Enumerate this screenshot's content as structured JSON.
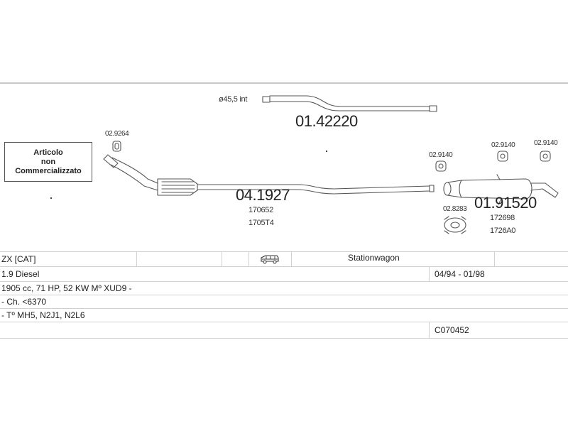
{
  "diagram": {
    "note_lines": [
      "Articolo",
      "non",
      "Commercializzato"
    ],
    "tail_pipe": {
      "spec": "ø45,5 int",
      "part_no": "01.42220"
    },
    "front_pipe": {
      "clamp_part": "02.9264",
      "part_no": "04.1927",
      "oe_refs": [
        "170652",
        "1705T4"
      ]
    },
    "rear_silencer": {
      "hangers": [
        "02.9140",
        "02.9140",
        "02.9140"
      ],
      "ring_part": "02.8283",
      "part_no": "01.91520",
      "oe_refs": [
        "172698",
        "1726A0"
      ]
    }
  },
  "table": {
    "model": "ZX  [CAT]",
    "body_icon": "van-icon",
    "body_type": "Stationwagon",
    "engine": "1.9 Diesel",
    "period": "04/94 - 01/98",
    "spec_line": "1905 cc, 71 HP, 52 KW Mº XUD9 -",
    "chassis": "- Ch. <6370",
    "codes": "- Tº MH5, N2J1, N2L6",
    "catalog_code": "C070452"
  }
}
